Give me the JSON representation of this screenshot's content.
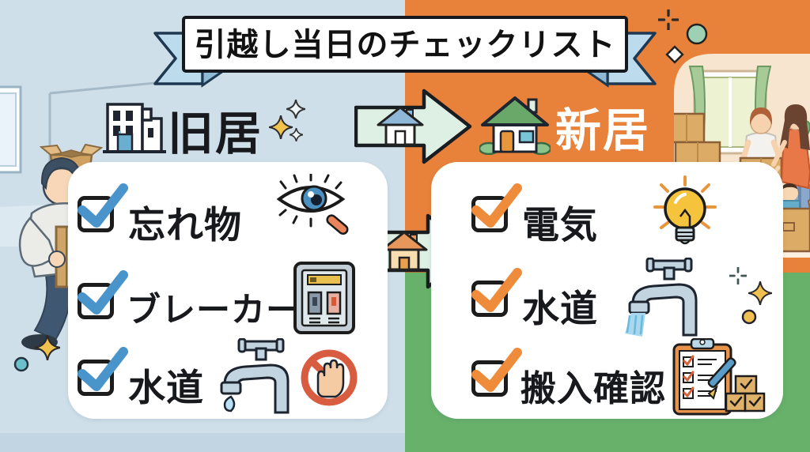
{
  "title": "引越し当日のチェックリスト",
  "old_home": {
    "label": "旧居",
    "icon": "old-building-icon",
    "check_color": "#4a94cc",
    "items": [
      {
        "text": "忘れ物",
        "icon": "eye-search-icon"
      },
      {
        "text": "ブレーカー",
        "icon": "breaker-panel-icon"
      },
      {
        "text": "水道",
        "icon": "faucet-drip-icon-and-stop-hand-icon"
      }
    ]
  },
  "new_home": {
    "label": "新居",
    "icon": "new-house-icon",
    "check_color": "#ee8c3c",
    "items": [
      {
        "text": "電気",
        "icon": "light-bulb-icon"
      },
      {
        "text": "水道",
        "icon": "faucet-water-icon"
      },
      {
        "text": "搬入確認",
        "icon": "checklist-clipboard-boxes-icon"
      }
    ]
  },
  "arrows": [
    {
      "icon": "house-blue-roof-icon",
      "direction": "right"
    },
    {
      "icon": "house-orange-roof-icon",
      "direction": "right"
    }
  ],
  "colors": {
    "left_background": "#cfdfea",
    "left_floor": "#c2d5e3",
    "right_background_top": "#e8813a",
    "right_background_bottom": "#67b16b",
    "ribbon_tail": "#bcdcee",
    "card": "#ffffff",
    "check_blue": "#4a94cc",
    "check_orange": "#ee8c3c",
    "arrow_fill": "#def0e4"
  }
}
